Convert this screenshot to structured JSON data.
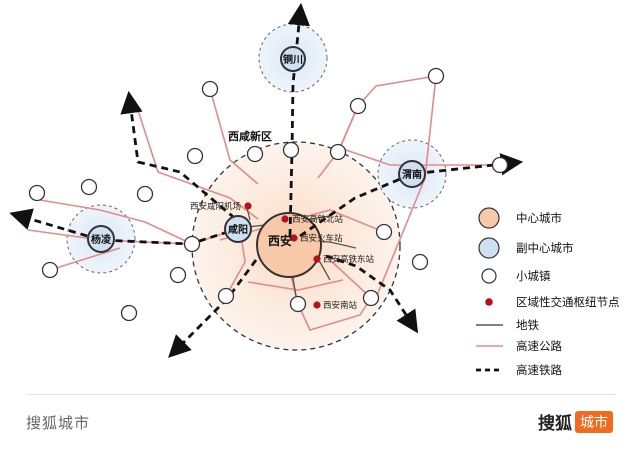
{
  "map": {
    "region_label": "西咸新区",
    "central_city": "西安",
    "sub_centers": [
      "铜川",
      "渭南",
      "咸阳",
      "杨凌"
    ],
    "hubs": [
      "西安咸阳机场",
      "西安高铁北站",
      "西安火车站",
      "西安高铁东站",
      "西安南站"
    ]
  },
  "legend": {
    "central_city": "中心城市",
    "sub_center": "副中心城市",
    "town": "小城镇",
    "hub": "区域性交通枢纽节点",
    "metro": "地铁",
    "highway": "高速公路",
    "hsr": "高速铁路"
  },
  "colors": {
    "central_fill": "#f8c9a9",
    "sub_fill": "#cfe0f3",
    "highway": "#e38b8b",
    "hub": "#b5121b",
    "metro": "#555555"
  },
  "footer": {
    "left": "搜狐城市",
    "brand": "搜狐",
    "badge": "城市"
  }
}
